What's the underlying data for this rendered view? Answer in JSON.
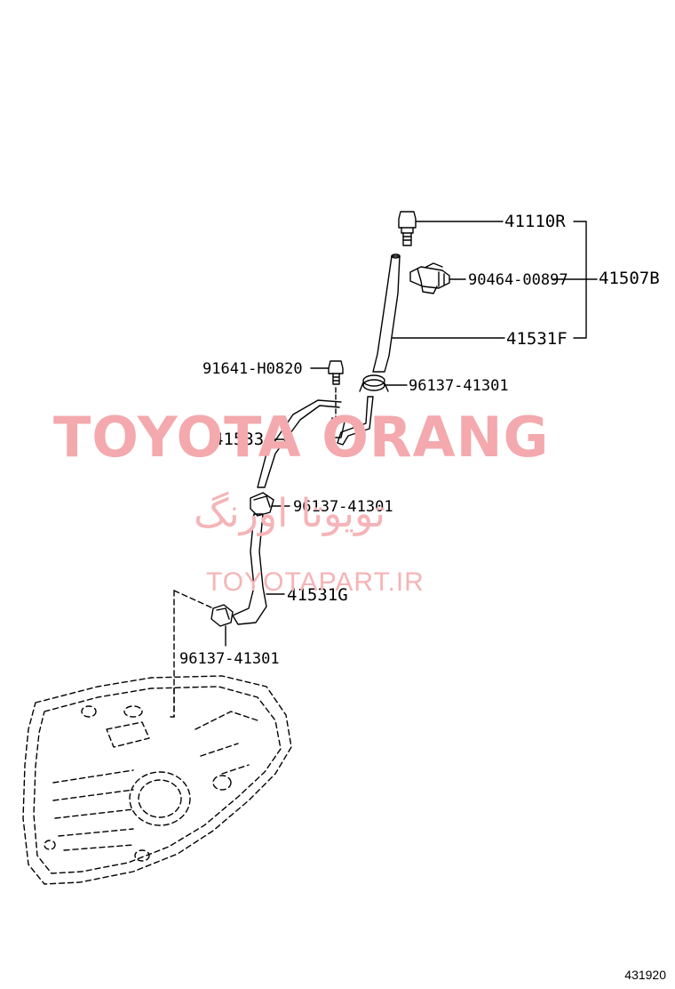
{
  "parts": {
    "p41110R": "41110R",
    "p90464": "90464-00897",
    "p41507B": "41507B",
    "p41531F": "41531F",
    "p91641": "91641-H0820",
    "p96137_top": "96137-41301",
    "p41533": "41533",
    "p96137_mid": "96137-41301",
    "p41531G": "41531G",
    "p96137_bottom": "96137-41301"
  },
  "watermark": {
    "brand": "TOYOTA ORANG",
    "persian": "تویوتا اورنگ",
    "url": "TOYOTAPART.IR"
  },
  "figure_ref": "431920",
  "colors": {
    "line": "#000000",
    "watermark": "#f3a9ad"
  }
}
